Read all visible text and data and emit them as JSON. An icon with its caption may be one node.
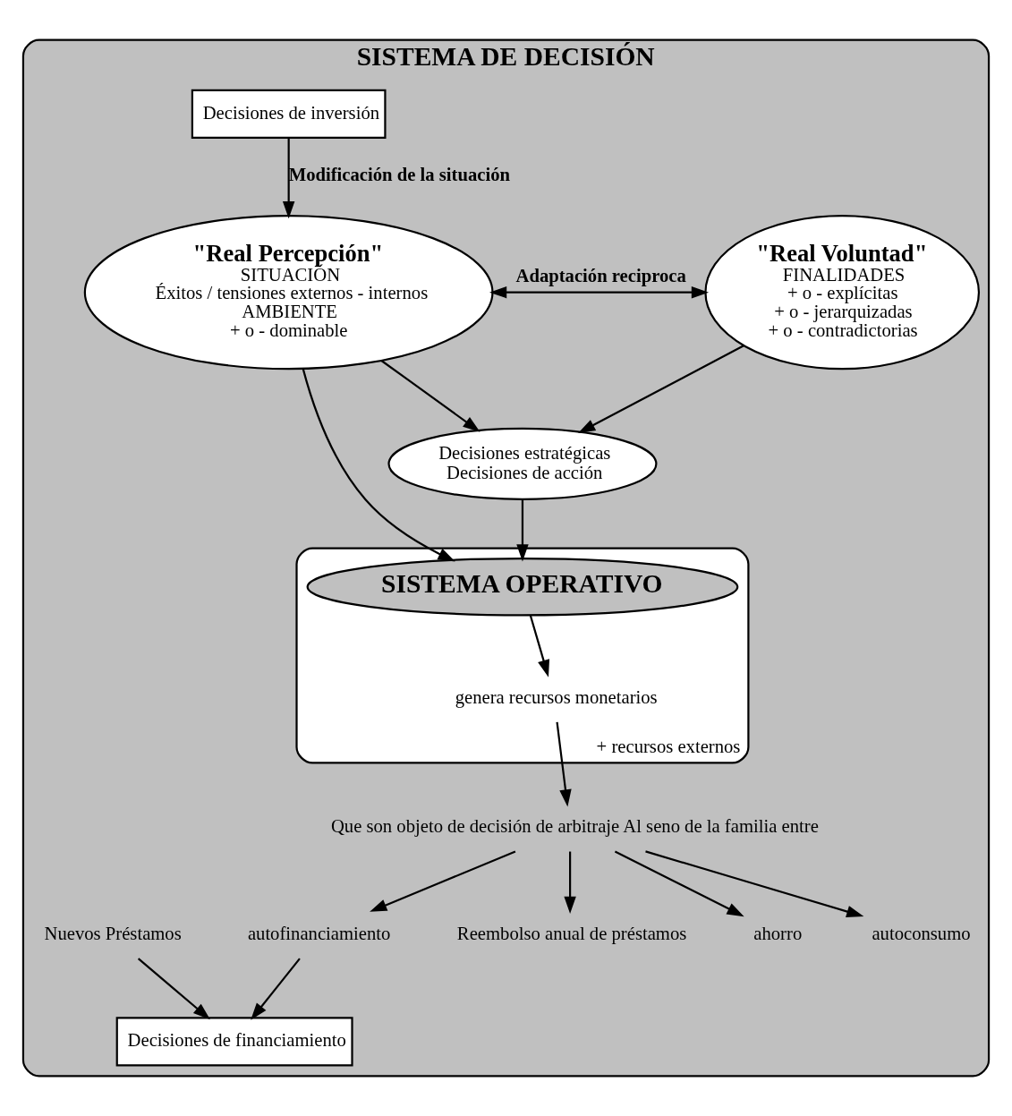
{
  "diagram": {
    "nodes": [
      {
        "text": [
          "SISTEMA DE DECISIÓN"
        ]
      },
      {
        "text": [
          "\"Real Percepción\"",
          "SITUACIÓN",
          "Éxitos / tensiones externos - internos",
          "AMBIENTE",
          "+ o - dominable"
        ],
        "in": 0
      },
      {
        "text": [
          "\"Real Voluntad\"",
          "FINALIDADES",
          "+ o - explícitas",
          "+ o - jerarquizadas",
          "+ o - contradictorias"
        ],
        "in": 0
      },
      {
        "text": [
          "Decisiones estratégicas",
          "Decisiones de acción"
        ],
        "in": 0
      },
      {
        "text": [
          "Decisiones de inversión"
        ],
        "in": 0
      },
      {
        "text": [
          "+ recursos externos"
        ],
        "in": 0
      },
      {
        "text": [
          "SISTEMA OPERATIVO"
        ],
        "in": 5
      },
      {
        "text": [
          "genera recursos monetarios"
        ],
        "in": 5
      },
      {
        "text": [
          "Que son objeto de decisión de arbitraje Al seno de la familia entre"
        ],
        "in": 0
      },
      {
        "text": [
          "Decisiones de financiamiento"
        ],
        "in": 0
      },
      {
        "text": [
          "autofinanciamiento"
        ],
        "in": 0
      },
      {
        "text": [
          "Reembolso anual de préstamos"
        ],
        "in": 0
      },
      {
        "text": [
          "ahorro"
        ],
        "in": 0
      },
      {
        "text": [
          "autoconsumo"
        ],
        "in": 0
      },
      {
        "text": [
          "Nuevos Préstamos"
        ],
        "in": 0
      }
    ],
    "edges": [
      {
        "from": 1,
        "to": 2,
        "arrow": "both",
        "label": "Adaptación reciproca"
      },
      {
        "from": 1,
        "to": 3,
        "arrow": "to"
      },
      {
        "from": 2,
        "to": 3,
        "arrow": "to"
      },
      {
        "from": 4,
        "to": 1,
        "arrow": "to",
        "label": "Modificación de la situación"
      },
      {
        "from": 1,
        "to": 6,
        "arrow": "to"
      },
      {
        "from": 3,
        "to": 6,
        "arrow": "to"
      },
      {
        "from": 6,
        "to": 7,
        "arrow": "to"
      },
      {
        "from": 7,
        "to": 8,
        "arrow": "to"
      },
      {
        "from": 8,
        "to": 10,
        "arrow": "to"
      },
      {
        "from": 8,
        "to": 11,
        "arrow": "to"
      },
      {
        "from": 8,
        "to": 12,
        "arrow": "to"
      },
      {
        "from": 8,
        "to": 13,
        "arrow": "to"
      },
      {
        "from": 10,
        "to": 9,
        "arrow": "to"
      },
      {
        "from": 14,
        "to": 9,
        "arrow": "to"
      }
    ]
  }
}
